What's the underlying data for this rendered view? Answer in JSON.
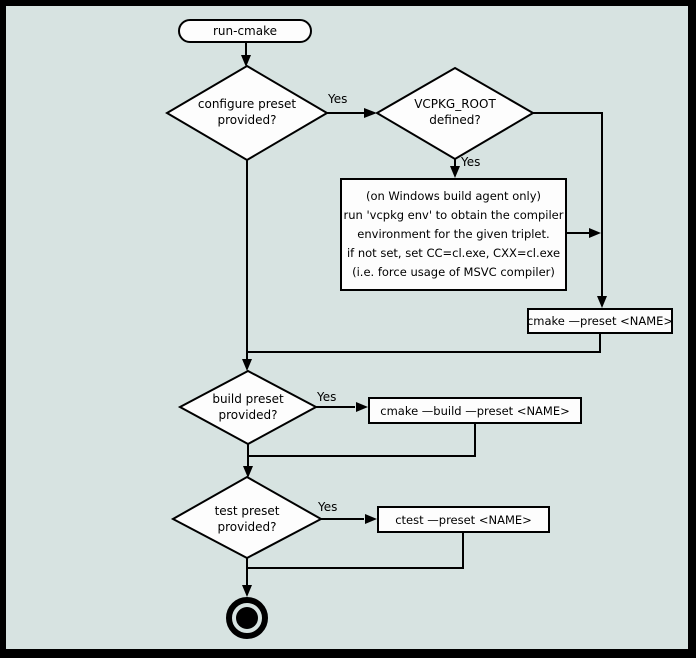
{
  "diagram": {
    "colors": {
      "background": "#d7e3e1",
      "frame": "#000000",
      "node_fill": "#fdfdfd",
      "line": "#000000"
    },
    "start": {
      "label": "run-cmake"
    },
    "decisions": {
      "configure": {
        "line1": "configure preset",
        "line2": "provided?"
      },
      "vcpkg_root": {
        "line1": "VCPKG_ROOT",
        "line2": "defined?"
      },
      "build": {
        "line1": "build preset",
        "line2": "provided?"
      },
      "test": {
        "line1": "test preset",
        "line2": "provided?"
      }
    },
    "edge_labels": {
      "yes_configure": "Yes",
      "yes_vcpkg": "Yes",
      "yes_build": "Yes",
      "yes_test": "Yes"
    },
    "processes": {
      "vcpkg_env": {
        "line1": "(on Windows build agent only)",
        "line2": "run 'vcpkg env' to obtain the compiler",
        "line3": "environment for the given triplet.",
        "line4": "if not set, set CC=cl.exe, CXX=cl.exe",
        "line5": "(i.e. force usage of MSVC compiler)"
      },
      "cmake_preset": {
        "label": "cmake —preset <NAME>"
      },
      "cmake_build_preset": {
        "label": "cmake —build —preset <NAME>"
      },
      "ctest_preset": {
        "label": "ctest —preset <NAME>"
      }
    }
  }
}
